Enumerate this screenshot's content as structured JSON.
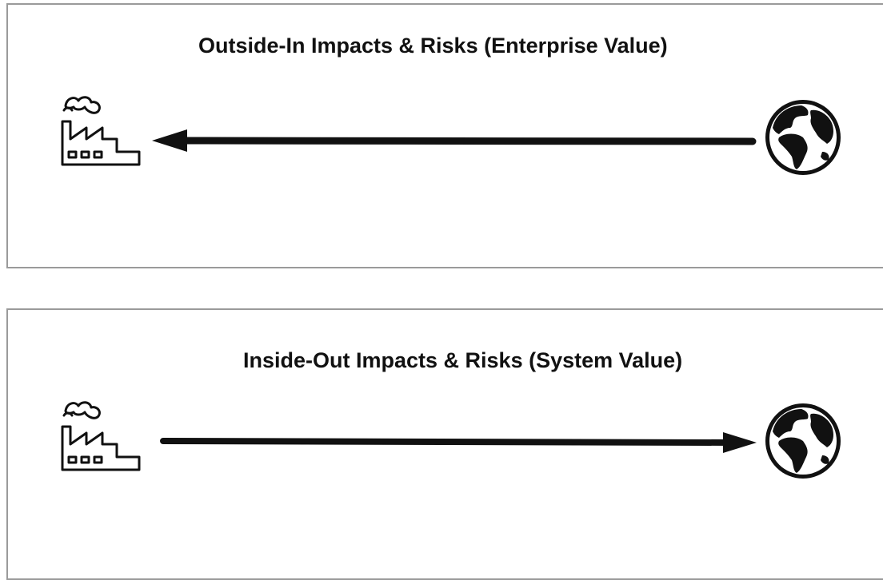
{
  "panels": [
    {
      "title": "Outside-In Impacts & Risks (Enterprise Value)",
      "arrow_direction": "left",
      "left_icon": "factory-icon",
      "right_icon": "globe-icon"
    },
    {
      "title": "Inside-Out Impacts & Risks (System Value)",
      "arrow_direction": "right",
      "left_icon": "factory-icon",
      "right_icon": "globe-icon"
    }
  ],
  "colors": {
    "border": "#9a9a9a",
    "stroke": "#111111"
  }
}
